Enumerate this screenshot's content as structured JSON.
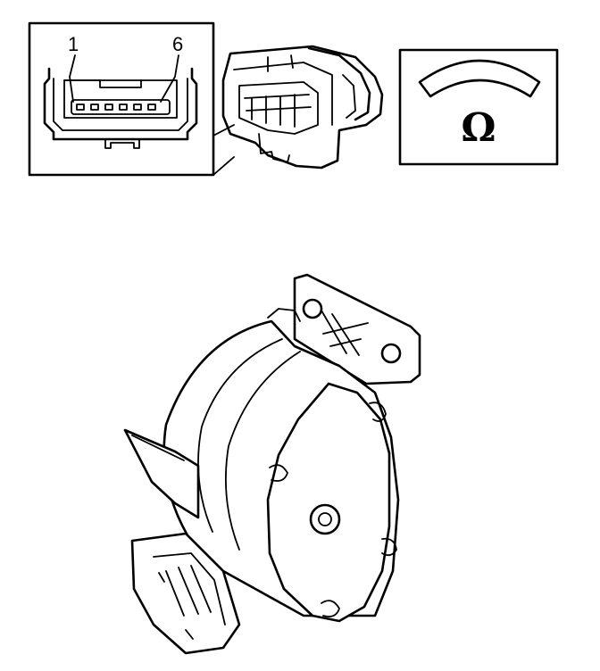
{
  "pin_labels": {
    "first": "1",
    "last": "6"
  },
  "ohm_symbol": "Ω"
}
